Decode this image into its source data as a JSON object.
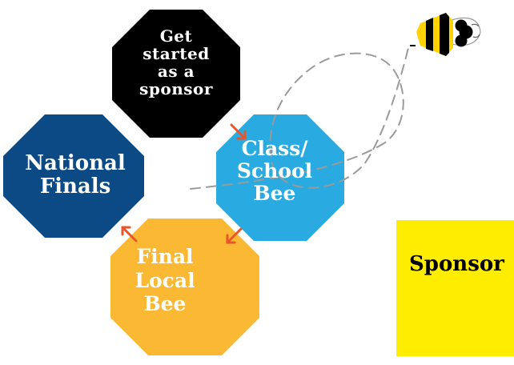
{
  "steps": [
    {
      "lines": [
        "Get",
        "started",
        "as a",
        "sponsor"
      ],
      "color": "#000000"
    },
    {
      "lines": [
        "Class/",
        "School",
        "Bee"
      ],
      "color": "#29abe2"
    },
    {
      "lines": [
        "National",
        "Finals"
      ],
      "color": "#0c4a85"
    },
    {
      "lines": [
        "Final",
        "Local",
        "Bee"
      ],
      "color": "#fbb832"
    }
  ],
  "arrow_color": "#e8542c",
  "callout": {
    "text": "Sponsor",
    "color": "#ffed00"
  },
  "mascot": {
    "icon": "bee-icon"
  }
}
